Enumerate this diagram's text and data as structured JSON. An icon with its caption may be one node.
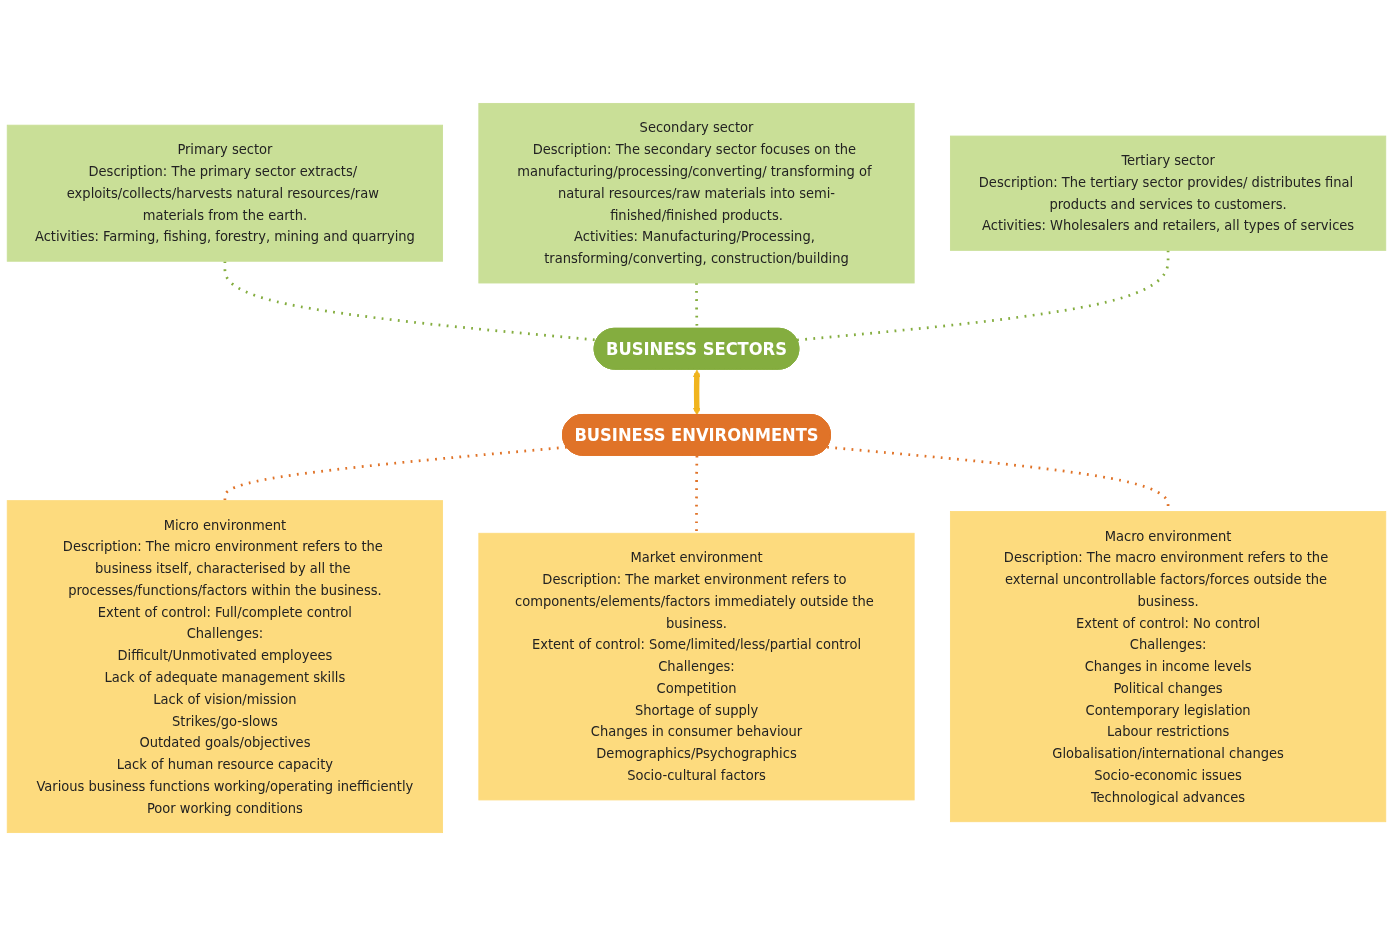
{
  "diagram": {
    "nodes": [
      {
        "text": [
          "Secondary sector",
          "Description: The secondary sector focuses on the manufacturing/processing/converting/ transforming of natural resources/raw materials into semi-finished/finished products.",
          "Activities: Manufacturing/Processing, transforming/converting, construction/building"
        ]
      },
      {
        "text": [
          "Primary sector",
          "Description: The primary sector extracts/ exploits/collects/harvests natural resources/raw materials from the earth.",
          "Activities: Farming, fishing, forestry, mining and quarrying"
        ]
      },
      {
        "text": [
          "BUSINESS SECTORS"
        ]
      },
      {
        "text": [
          "Tertiary sector",
          "Description: The tertiary sector provides/ distributes final products and services to customers.",
          "Activities: Wholesalers and retailers, all types of services"
        ]
      },
      {
        "text": [
          "BUSINESS ENVIRONMENTS"
        ]
      },
      {
        "text": [
          "Micro environment",
          "Description: The micro environment refers to the business itself, characterised by all the processes/functions/factors within the business.",
          "Extent of control: Full/complete control",
          "Challenges:",
          "Difficult/Unmotivated employees",
          "Lack of adequate management skills",
          "Lack of vision/mission",
          "Strikes/go-slows",
          "Outdated goals/objectives",
          "Lack of human resource capacity",
          "Various business functions working/operating inefficiently",
          "Poor working conditions"
        ]
      },
      {
        "text": [
          "Market environment",
          "Description: The market environment refers to components/elements/factors immediately outside the business.",
          "Extent of control: Some/limited/less/partial control",
          "Challenges:",
          "Competition",
          "Shortage of supply",
          "Changes in consumer behaviour",
          "Demographics/Psychographics",
          "Socio-cultural factors"
        ]
      },
      {
        "text": [
          "Macro environment",
          "Description: The macro environment refers to the external uncontrollable factors/forces outside the business.",
          "Extent of control: No control",
          "Challenges:",
          "Changes in income levels",
          "Political changes",
          "Contemporary legislation",
          "Labour restrictions",
          "Globalisation/international changes",
          "Socio-economic issues",
          "Technological advances"
        ]
      }
    ],
    "edges": [
      {
        "from": 1,
        "to": 2,
        "arrow": "none",
        "style": "dashed"
      },
      {
        "from": 0,
        "to": 2,
        "arrow": "none",
        "style": "dashed"
      },
      {
        "from": 3,
        "to": 2,
        "arrow": "none",
        "style": "dashed"
      },
      {
        "from": 2,
        "to": 4,
        "arrow": "both",
        "style": "thick",
        "color": "#f0b41e"
      },
      {
        "from": 4,
        "to": 5,
        "arrow": "none",
        "style": "dashed",
        "color": "#e07328"
      },
      {
        "from": 4,
        "to": 6,
        "arrow": "none",
        "style": "dashed",
        "color": "#e07328"
      },
      {
        "from": 4,
        "to": 7,
        "arrow": "none",
        "style": "dashed",
        "color": "#e07328"
      }
    ]
  }
}
